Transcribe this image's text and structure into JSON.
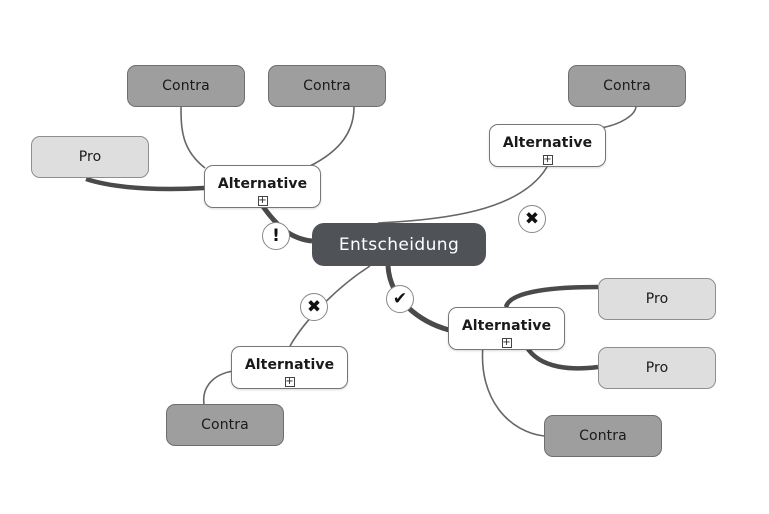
{
  "center": {
    "label": "Entscheidung"
  },
  "alternatives": [
    {
      "label": "Alternative",
      "expand": "+"
    },
    {
      "label": "Alternative",
      "expand": "+"
    },
    {
      "label": "Alternative",
      "expand": "+"
    },
    {
      "label": "Alternative",
      "expand": "+"
    }
  ],
  "leaves": [
    {
      "label": "Contra"
    },
    {
      "label": "Contra"
    },
    {
      "label": "Pro"
    },
    {
      "label": "Contra"
    },
    {
      "label": "Pro"
    },
    {
      "label": "Pro"
    },
    {
      "label": "Contra"
    },
    {
      "label": "Contra"
    }
  ],
  "badges": [
    {
      "icon": "exclamation-icon",
      "glyph": "!"
    },
    {
      "icon": "cross-icon",
      "glyph": "✖"
    },
    {
      "icon": "cross-icon",
      "glyph": "✖"
    },
    {
      "icon": "check-icon",
      "glyph": "✔"
    }
  ],
  "colors": {
    "center_fill": "#4f5358",
    "contra_fill": "#9e9e9e",
    "pro_fill": "#dedede",
    "link": "#555555"
  }
}
